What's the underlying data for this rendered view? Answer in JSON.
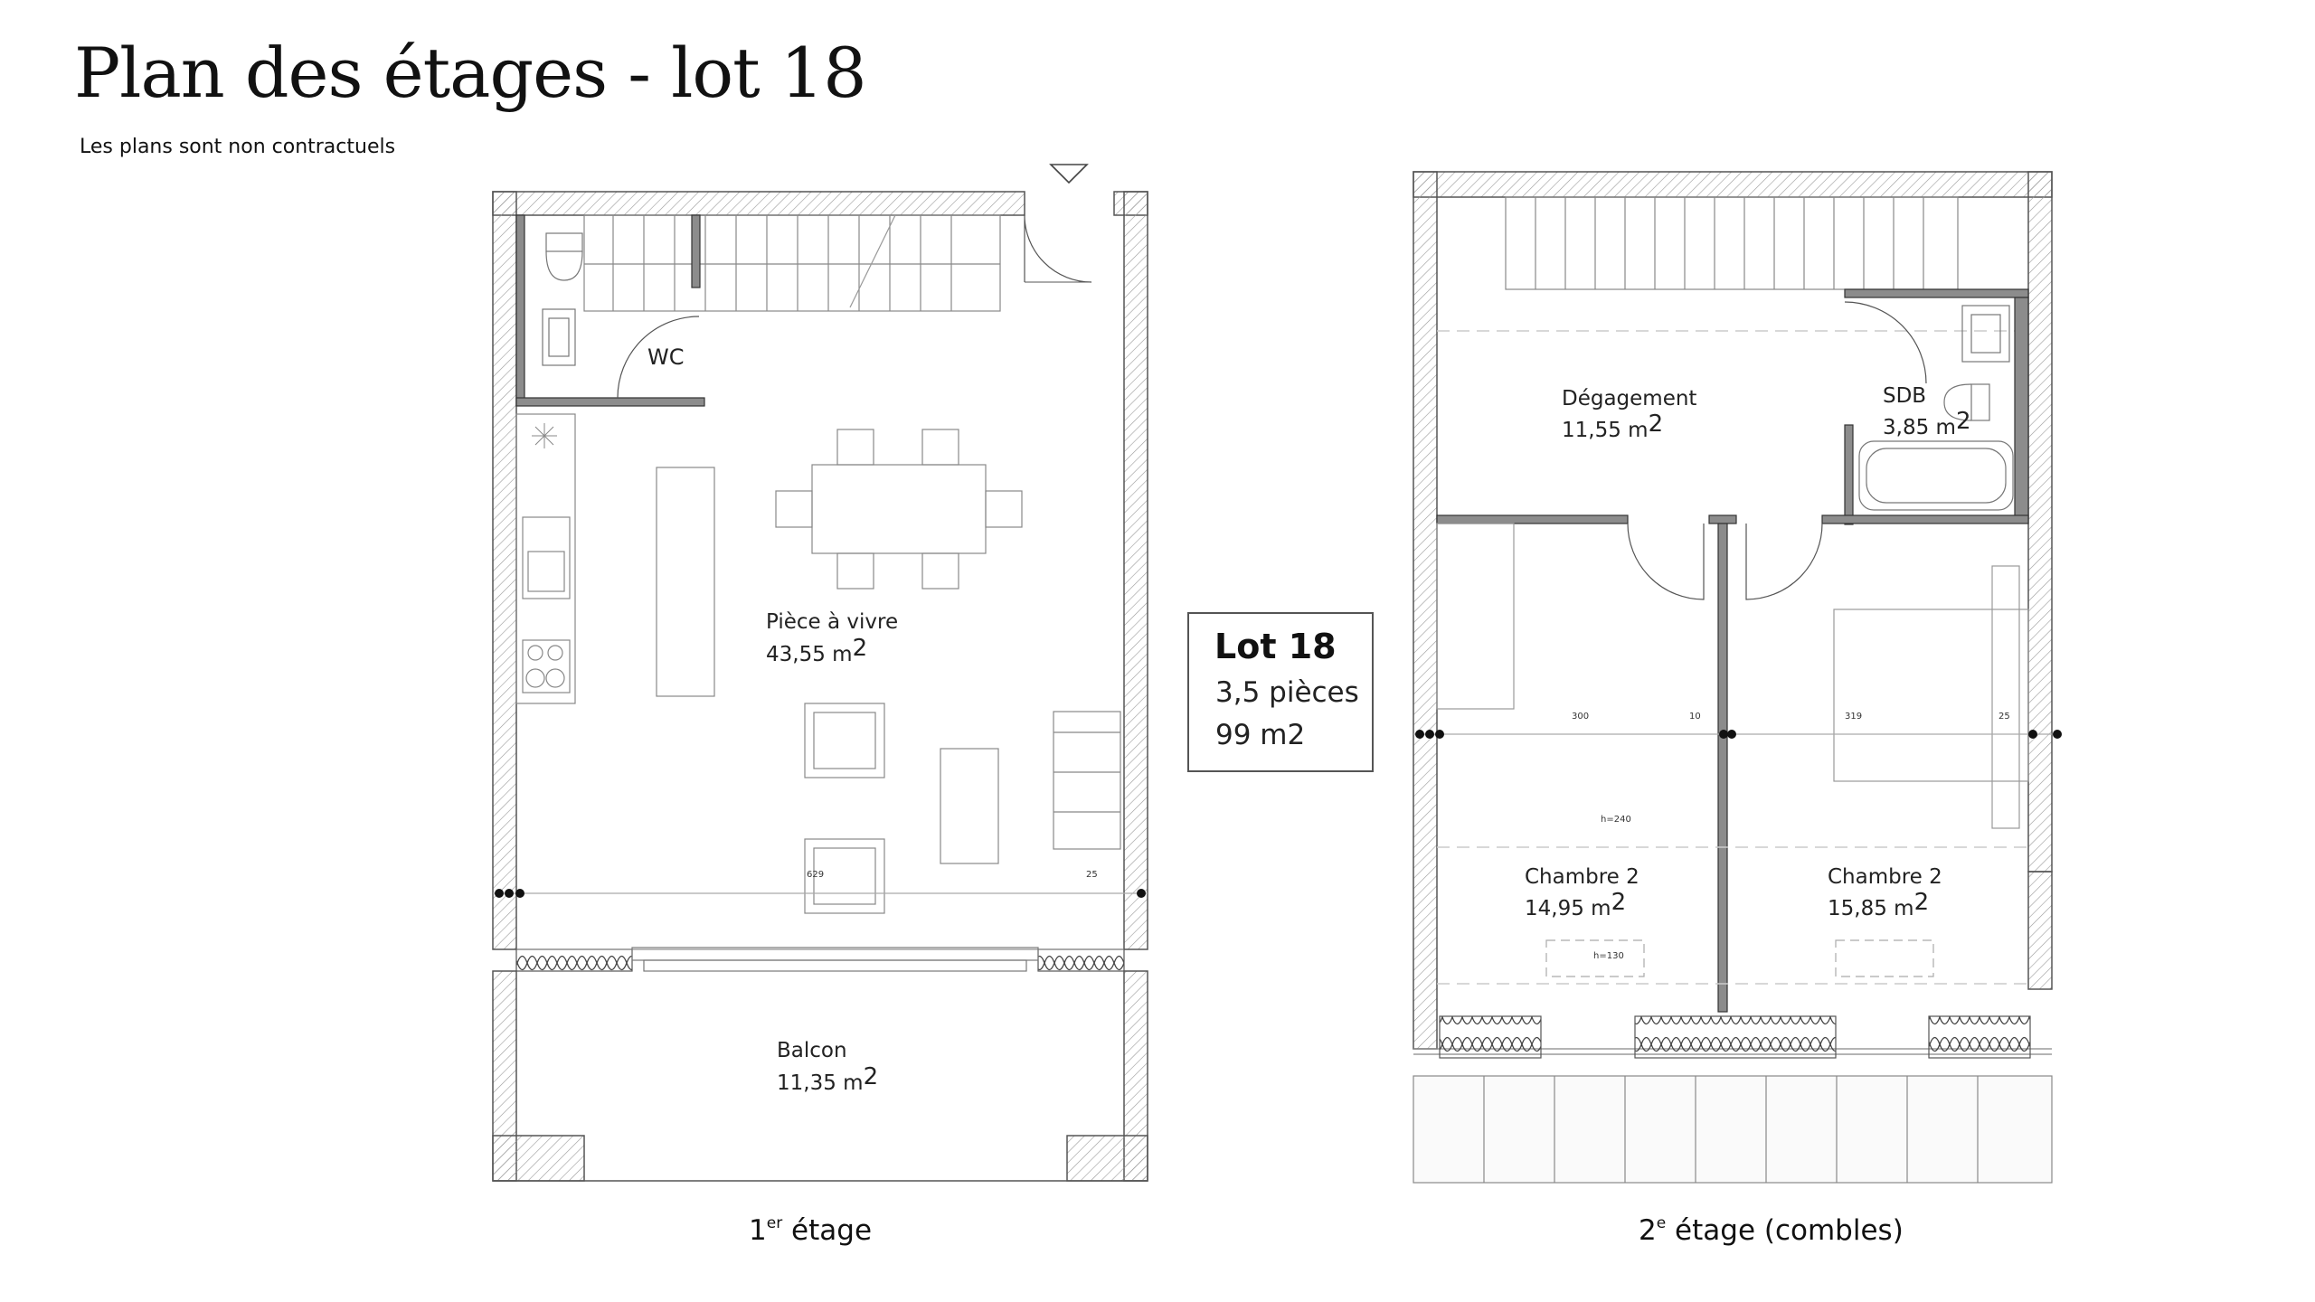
{
  "title": "Plan des étages - lot 18",
  "subtitle": "Les plans sont non contractuels",
  "lot_card": {
    "name": "Lot 18",
    "rooms": "3,5 pièces",
    "area": "99 m2"
  },
  "floor1": {
    "caption_num": "1",
    "caption_sup": "er",
    "caption_text": " étage",
    "rooms": {
      "wc": {
        "name": "WC"
      },
      "living": {
        "name": "Pièce à vivre",
        "area": "43,55 m",
        "unit_sup": "2"
      },
      "balcony": {
        "name": "Balcon",
        "area": "11,35 m",
        "unit_sup": "2"
      }
    },
    "dimensions": {
      "width": "629",
      "wall": "25"
    }
  },
  "floor2": {
    "caption_num": "2",
    "caption_sup": "e",
    "caption_text": " étage (combles)",
    "rooms": {
      "hall": {
        "name": "Dégagement",
        "area": "11,55 m",
        "unit_sup": "2"
      },
      "bath": {
        "name": "SDB",
        "area": "3,85 m",
        "unit_sup": "2"
      },
      "bedroom_a": {
        "name": "Chambre 2",
        "area": "14,95 m",
        "unit_sup": "2"
      },
      "bedroom_b": {
        "name": "Chambre 2",
        "area": "15,85 m",
        "unit_sup": "2"
      }
    },
    "dimensions": {
      "d1": "300",
      "d2": "10",
      "d3": "319",
      "d4": "25",
      "h1": "h=240",
      "h2": "h=130"
    }
  }
}
